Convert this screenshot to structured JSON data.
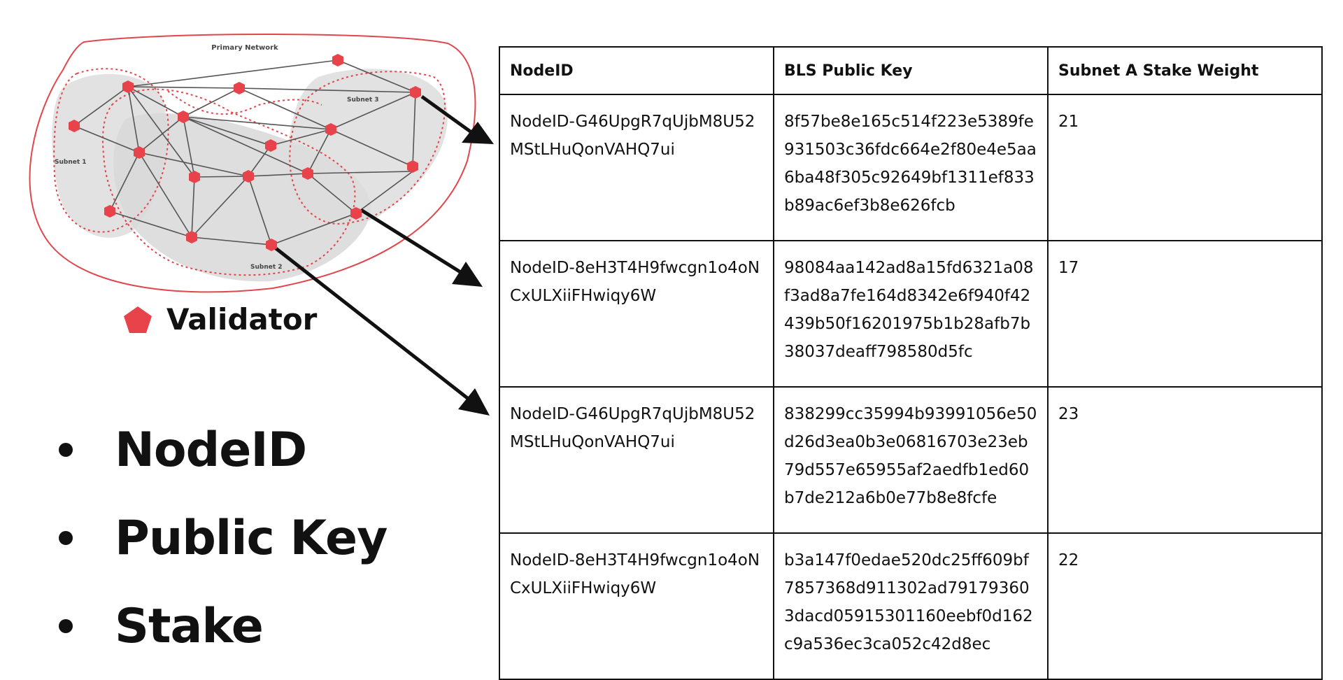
{
  "diagram": {
    "network_label": "Primary Network",
    "subnet_labels": [
      "Subnet 1",
      "Subnet 2",
      "Subnet 3"
    ],
    "colors": {
      "validator": "#e8434b",
      "network_outline": "#e0474c",
      "subnet_fill": "#dddddd",
      "arrow": "#111111"
    }
  },
  "legend": {
    "icon": "pentagon-icon",
    "label": "Validator"
  },
  "bullets": [
    "NodeID",
    "Public Key",
    "Stake"
  ],
  "table": {
    "headers": [
      "NodeID",
      "BLS Public Key",
      "Subnet A Stake Weight"
    ],
    "rows": [
      [
        "NodeID-G46UpgR7qUjbM8U52MStLHuQonVAHQ7ui",
        "8f57be8e165c514f223e5389fe931503c36fdc664e2f80e4e5aa6ba48f305c92649bf1311ef833b89ac6ef3b8e626fcb",
        "21"
      ],
      [
        "NodeID-8eH3T4H9fwcgn1o4oNCxULXiiFHwiqy6W",
        "98084aa142ad8a15fd6321a08f3ad8a7fe164d8342e6f940f42439b50f16201975b1b28afb7b38037deaff798580d5fc",
        "17"
      ],
      [
        "NodeID-G46UpgR7qUjbM8U52MStLHuQonVAHQ7ui",
        "838299cc35994b93991056e50d26d3ea0b3e06816703e23eb79d557e65955af2aedfb1ed60b7de212a6b0e77b8e8fcfe",
        "23"
      ],
      [
        "NodeID-8eH3T4H9fwcgn1o4oNCxULXiiFHwiqy6W",
        "b3a147f0edae520dc25ff609bf7857368d911302ad791793603dacd05915301160eebf0d162c9a536ec3ca052c42d8ec",
        "22"
      ]
    ]
  }
}
